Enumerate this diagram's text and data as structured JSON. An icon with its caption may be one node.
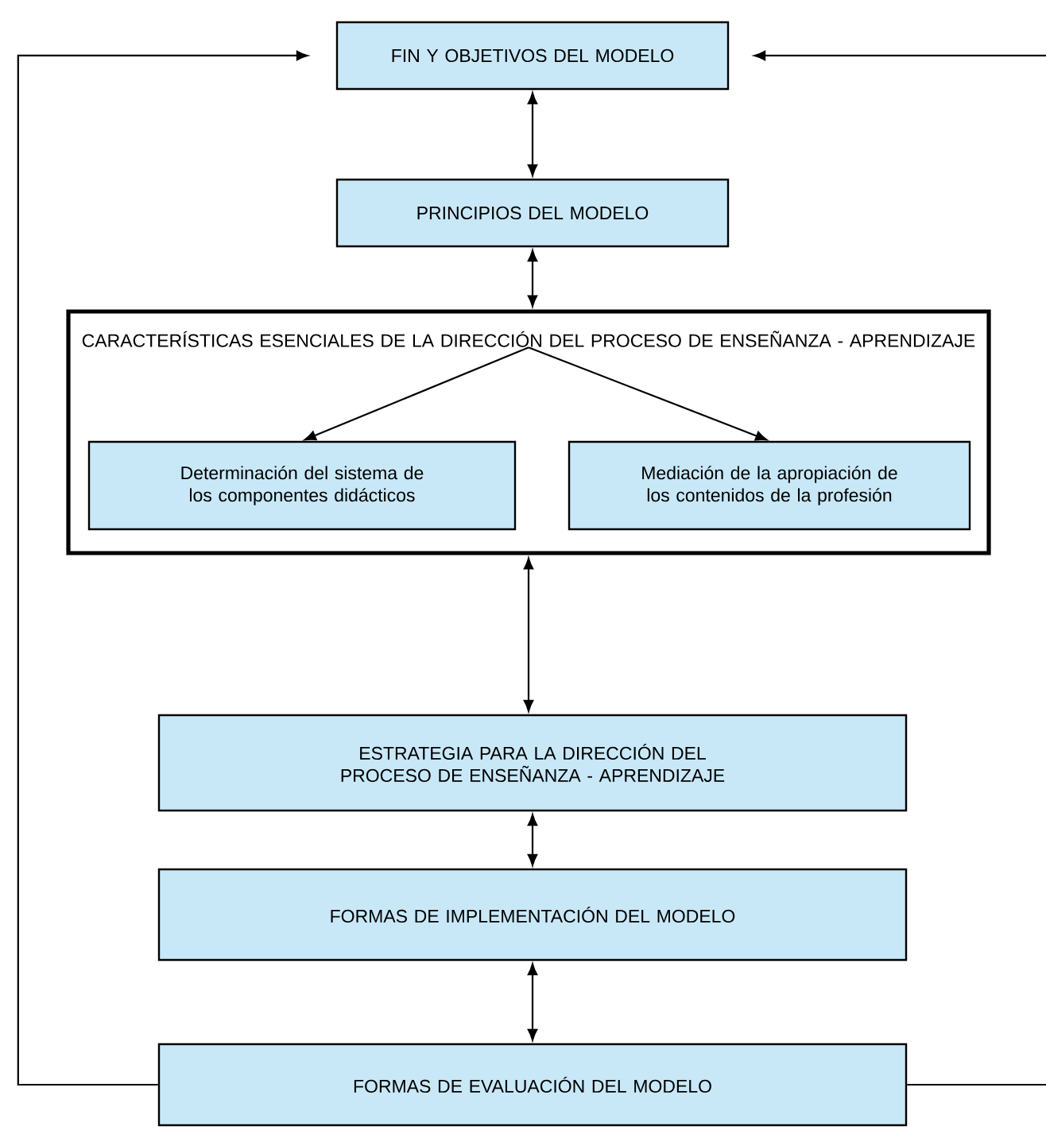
{
  "diagram": {
    "nodes": [
      {
        "text": [
          "FIN Y OBJETIVOS DEL MODELO"
        ]
      },
      {
        "text": [
          "PRINCIPIOS DEL MODELO"
        ]
      },
      {
        "text": [
          "CARACTERÍSTICAS ESENCIALES DE LA DIRECCIÓN DEL PROCESO DE ENSEÑANZA - APRENDIZAJE"
        ]
      },
      {
        "text": [
          "Determinación del sistema de los componentes didácticos"
        ],
        "in": 2
      },
      {
        "text": [
          "Mediación de la apropiación de los contenidos de la profesión"
        ],
        "in": 2
      },
      {
        "text": [
          "ESTRATEGIA PARA LA DIRECCIÓN DEL PROCESO DE ENSEÑANZA - APRENDIZAJE"
        ]
      },
      {
        "text": [
          "FORMAS DE IMPLEMENTACIÓN DEL MODELO"
        ]
      },
      {
        "text": [
          "FORMAS DE EVALUACIÓN DEL MODELO"
        ]
      }
    ],
    "edges": [
      {
        "from": 0,
        "to": 1,
        "arrow": "both"
      },
      {
        "from": 1,
        "to": 2,
        "arrow": "both"
      },
      {
        "from": 2,
        "to": 3,
        "arrow": "to"
      },
      {
        "from": 2,
        "to": 4,
        "arrow": "to"
      },
      {
        "from": 2,
        "to": 5,
        "arrow": "both"
      },
      {
        "from": 5,
        "to": 6,
        "arrow": "both"
      },
      {
        "from": 6,
        "to": 7,
        "arrow": "both"
      },
      {
        "from": 7,
        "to": 0,
        "arrow": "to"
      },
      {
        "from": 7,
        "to": 0,
        "arrow": "to"
      }
    ]
  }
}
